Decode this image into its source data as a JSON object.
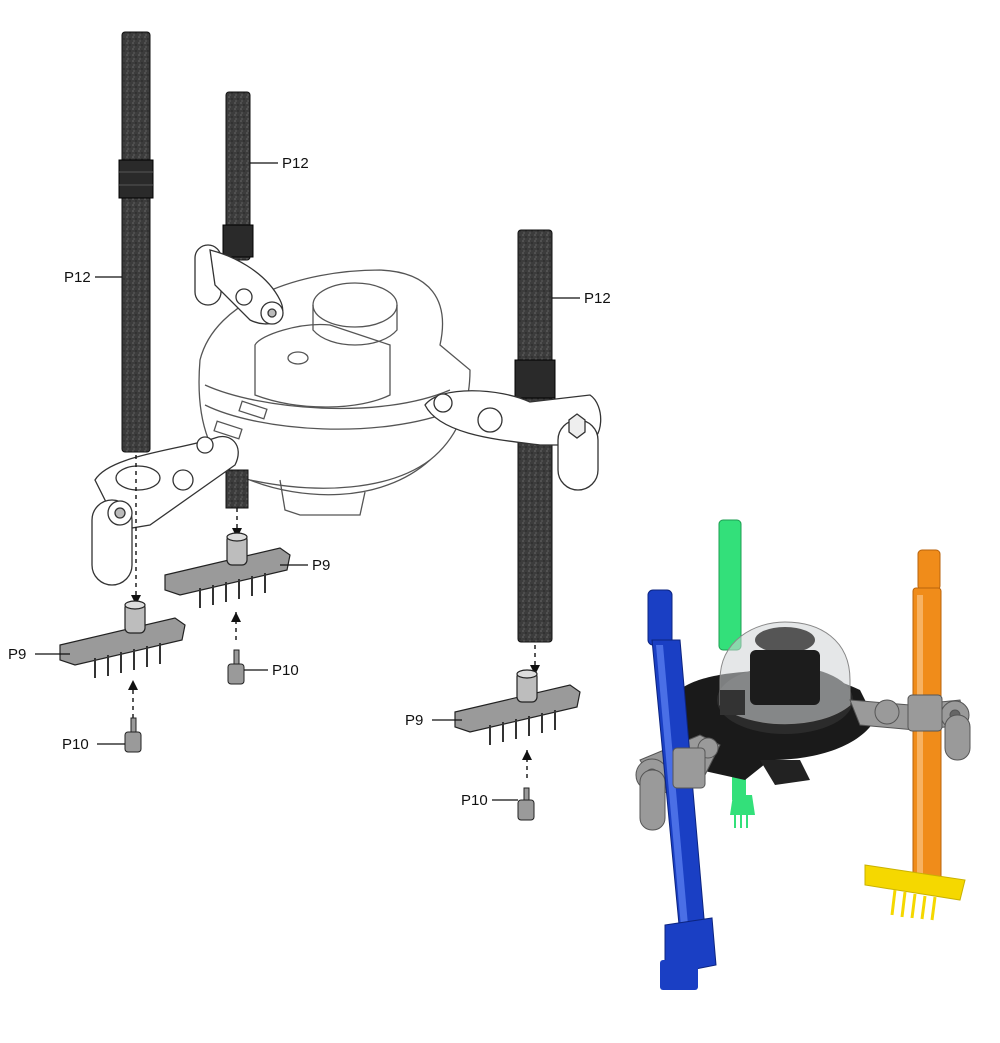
{
  "labels": {
    "pen_left": "P12",
    "pen_middle": "P12",
    "pen_right": "P12",
    "base_left": "P9",
    "base_middle": "P9",
    "base_right": "P9",
    "cap_left": "P10",
    "cap_middle": "P10",
    "cap_right": "P10"
  },
  "photo": {
    "pen_colors": [
      "#1a3fc4",
      "#33e07a",
      "#f08c1a"
    ],
    "rake_colors": [
      "#1a3fc4",
      "#33e07a",
      "#f5d800"
    ],
    "body_color": "#1a1a1a",
    "clamp_color": "#9a9a9a"
  }
}
